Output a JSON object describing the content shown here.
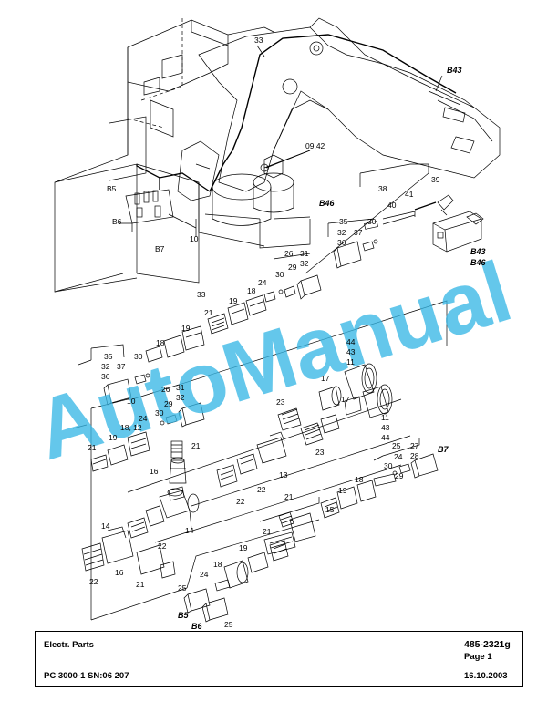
{
  "watermark": "AutoManual",
  "title_block": {
    "title": "Electr. Parts",
    "part_number": "485-2321g",
    "page": "Page 1",
    "machine": "PC 3000-1 SN:06 207",
    "date": "16.10.2003"
  },
  "callouts": {
    "c33a": "33",
    "c0942": "09,42",
    "cB43": "B43",
    "cB46": "B46",
    "cB5": "B5",
    "cB6": "B6",
    "cB7": "B7",
    "c10a": "10",
    "c38": "38",
    "c39": "39",
    "c41": "41",
    "c40": "40",
    "c35a": "35",
    "c30a": "30",
    "c32a": "32",
    "c37a": "37",
    "c36a": "36",
    "cB43b": "B43",
    "cB46b": "B46",
    "c26a": "26",
    "c31a": "31",
    "c32b": "32",
    "c30b": "30",
    "c29a": "29",
    "c24a": "24",
    "c18a": "18",
    "c19a": "19",
    "c33b": "33",
    "c21a": "21",
    "c19b": "19",
    "c18b": "18",
    "c35b": "35",
    "c30c": "30",
    "c32c": "32",
    "c37b": "37",
    "c36b": "36",
    "c10b": "10",
    "c26b": "26",
    "c31b": "31",
    "c32d": "32",
    "c29b": "29",
    "c24b": "24",
    "c30d": "30",
    "c1812": "18, 12",
    "c19c": "19",
    "c21b": "21",
    "c21c": "21",
    "c16a": "16",
    "c44a": "44",
    "c43a": "43",
    "c11a": "11",
    "c17a": "17",
    "c17b": "17",
    "c23a": "23",
    "c23b": "23",
    "c11b": "11",
    "c43b": "43",
    "c44b": "44",
    "c25a": "25",
    "c13": "13",
    "c22a": "22",
    "c22b": "22",
    "c24c": "24",
    "c30e": "30",
    "c29c": "29",
    "c27": "27",
    "c28": "28",
    "cB7b": "B7",
    "c18c": "18",
    "c19d": "19",
    "c21d": "21",
    "c15": "15",
    "c21e": "21",
    "c14a": "14",
    "c14b": "14",
    "c22c": "22",
    "c16b": "16",
    "c22d": "22",
    "c21f": "21",
    "c18d": "18",
    "c19e": "19",
    "c24d": "24",
    "c25b": "25",
    "cB5b": "B5",
    "cB6b": "B6",
    "c25c": "25"
  },
  "colors": {
    "line": "#000000",
    "watermark": "#39b7e6"
  }
}
